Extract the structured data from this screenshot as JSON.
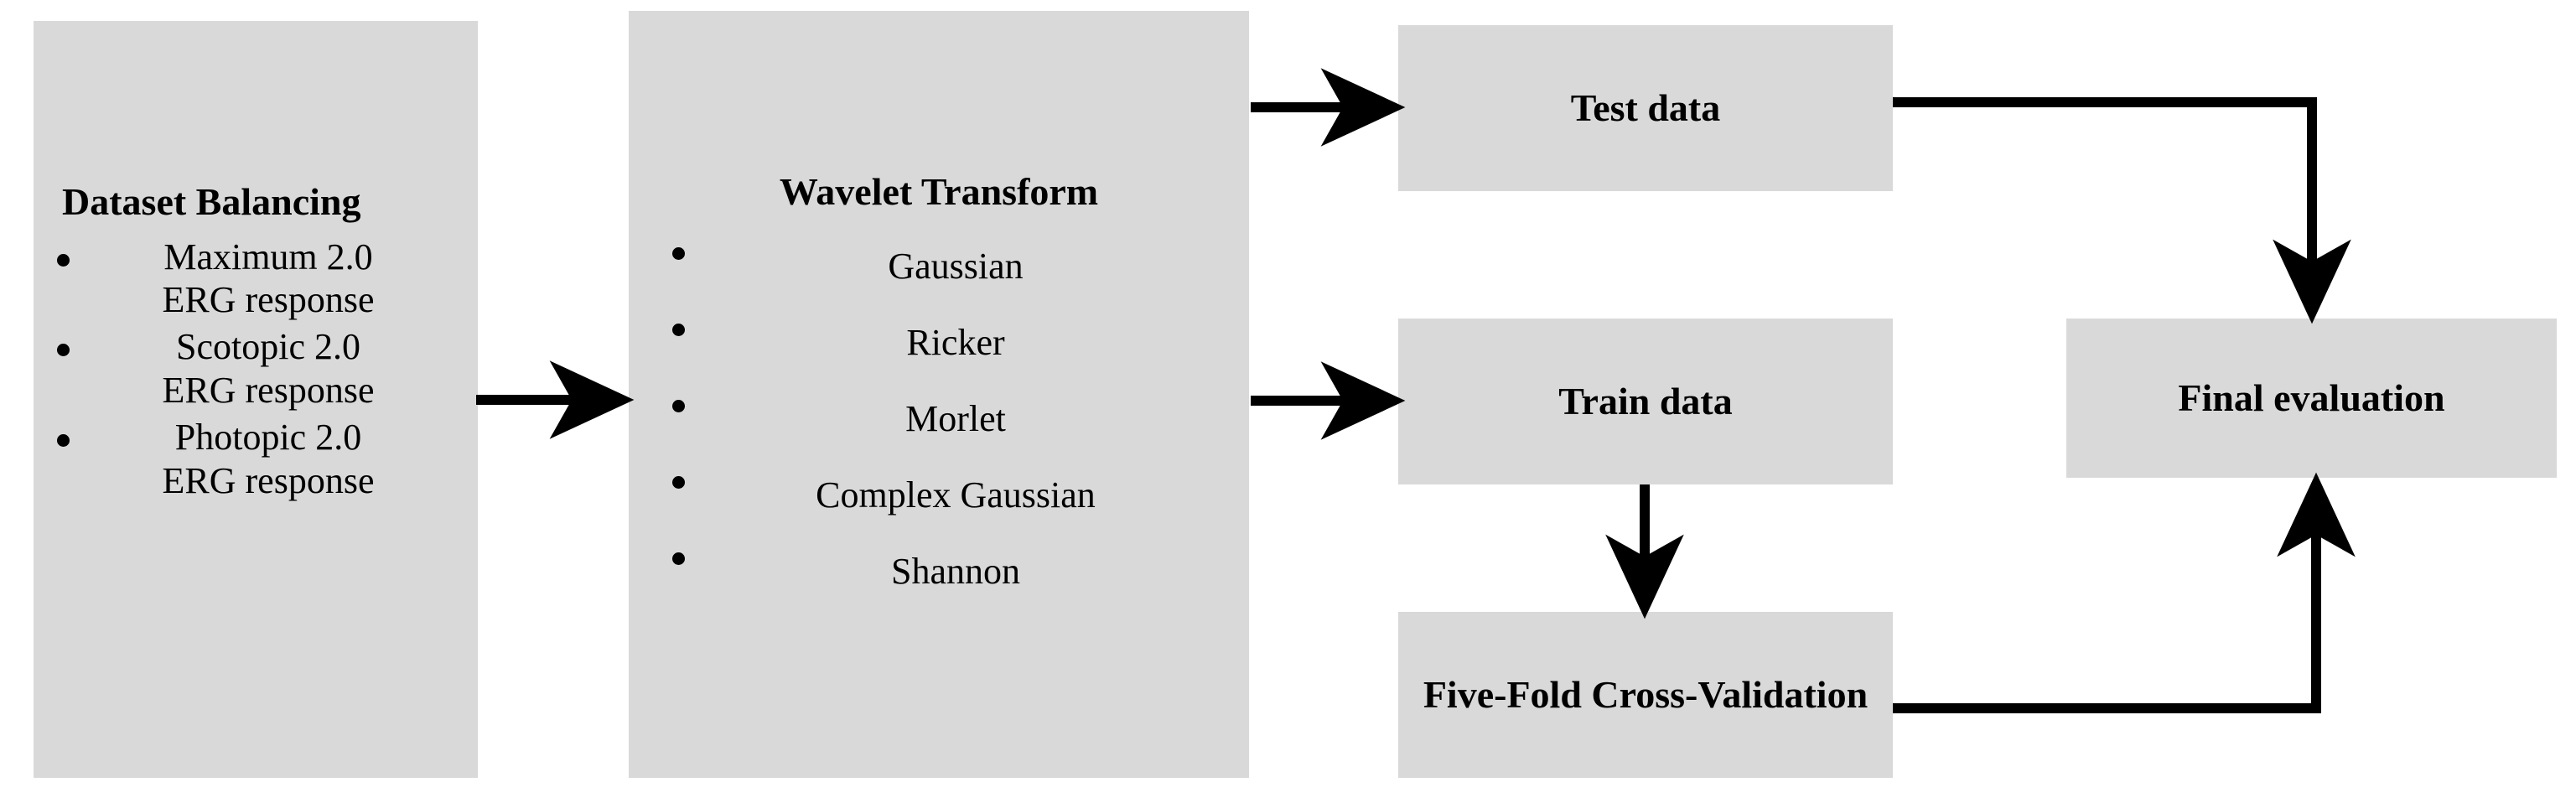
{
  "diagram": {
    "title": "Methodology pipeline flowchart",
    "palette": {
      "box_fill": "#d9d9d9",
      "connector": "#000000",
      "text": "#000000",
      "background": "#ffffff"
    },
    "nodes": {
      "dataset_balancing": {
        "title": "Dataset Balancing",
        "bullets": [
          {
            "line1": "Maximum 2.0",
            "line2": "ERG response"
          },
          {
            "line1": "Scotopic 2.0",
            "line2": "ERG response"
          },
          {
            "line1": "Photopic 2.0",
            "line2": "ERG response"
          }
        ]
      },
      "wavelet_transform": {
        "title": "Wavelet Transform",
        "bullets": [
          "Gaussian",
          "Ricker",
          "Morlet",
          "Complex Gaussian",
          "Shannon"
        ]
      },
      "test_data": {
        "label": "Test data"
      },
      "train_data": {
        "label": "Train data"
      },
      "five_fold_cv": {
        "line1": "Five-Fold",
        "line2": "Cross-Validation"
      },
      "final_evaluation": {
        "label": "Final evaluation"
      }
    },
    "edges": [
      {
        "from": "dataset_balancing",
        "to": "wavelet_transform",
        "style": "arrow-right"
      },
      {
        "from": "wavelet_transform",
        "to": "test_data",
        "style": "arrow-right"
      },
      {
        "from": "wavelet_transform",
        "to": "train_data",
        "style": "arrow-right"
      },
      {
        "from": "train_data",
        "to": "five_fold_cv",
        "style": "arrow-down"
      },
      {
        "from": "test_data",
        "to": "final_evaluation",
        "style": "elbow-right-down"
      },
      {
        "from": "five_fold_cv",
        "to": "final_evaluation",
        "style": "elbow-right-up"
      }
    ]
  }
}
